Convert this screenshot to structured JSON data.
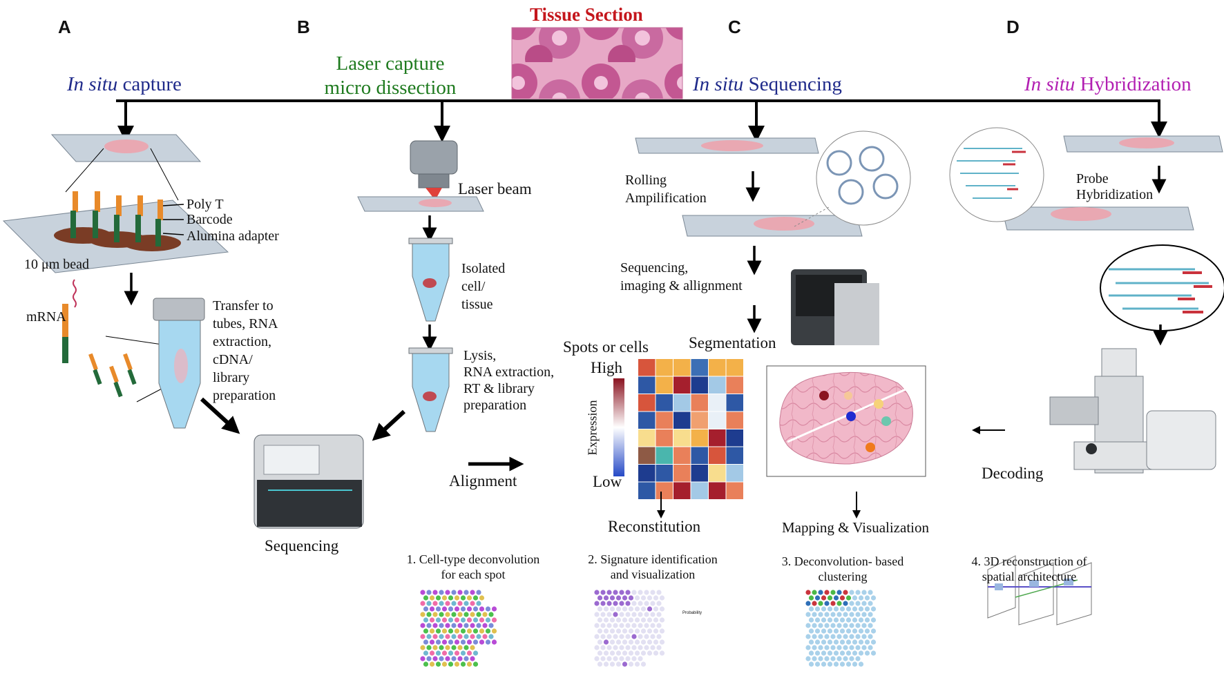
{
  "panels": {
    "a": "A",
    "b": "B",
    "c": "C",
    "d": "D"
  },
  "top": {
    "tissue_title": "Tissue Section",
    "insitu_capture_italic": "In situ",
    "insitu_capture_rest": " capture",
    "lcm_line1": "Laser capture",
    "lcm_line2": "micro dissection",
    "insitu_seq_italic": "In situ",
    "insitu_seq_rest": " Sequencing",
    "insitu_hyb_italic": "In situ",
    "insitu_hyb_rest": " Hybridization"
  },
  "panel_a": {
    "poly_t": "Poly T",
    "barcode": "Barcode",
    "alumina": "Alumina adapter",
    "bead": "10 μm bead",
    "mrna": "mRNA",
    "transfer": [
      "Transfer to",
      "tubes, RNA",
      "extraction,",
      "cDNA/",
      "library",
      "preparation"
    ]
  },
  "panel_b": {
    "laser_beam": "Laser beam",
    "isolated": [
      "Isolated",
      "cell/",
      "tissue"
    ],
    "lysis": [
      "Lysis,",
      "RNA extraction,",
      "RT & library",
      "preparation"
    ]
  },
  "panel_c": {
    "rolling": [
      "Rolling",
      "Ampilification"
    ],
    "seq_imaging": [
      "Sequencing,",
      "imaging & allignment"
    ],
    "segmentation": "Segmentation"
  },
  "panel_d": {
    "probe": [
      "Probe",
      "Hybridization"
    ],
    "decoding": "Decoding"
  },
  "center": {
    "sequencing": "Sequencing",
    "alignment": "Alignment",
    "spots": "Spots or cells",
    "high": "High",
    "low": "Low",
    "expression": "Expression",
    "reconstitution": "Reconstitution",
    "mapping": "Mapping & Visualization"
  },
  "downstream": {
    "item1": [
      "1. Cell-type deconvolution",
      "for each spot"
    ],
    "item2": [
      "2. Signature identification",
      "and visualization"
    ],
    "item3": [
      "3. Deconvolution- based",
      "clustering"
    ],
    "item4": [
      "4. 3D reconstruction of",
      "spatial architecture"
    ],
    "probability_label": "Probability"
  },
  "colors": {
    "blue_title": "#1f2a8a",
    "green_title": "#1e7a1e",
    "purple_title": "#b21fb2",
    "tissue_red": "#c4161c"
  },
  "heatmap": {
    "cells": [
      [
        "#d7553c",
        "#f3b149",
        "#f3b149",
        "#3c6fb5",
        "#f3b149",
        "#f3b149"
      ],
      [
        "#2e58a5",
        "#f3b149",
        "#a51f2d",
        "#1e3c8f",
        "#a3c9e6",
        "#e9805a"
      ],
      [
        "#d7553c",
        "#2e58a5",
        "#a3c9e6",
        "#e9805a",
        "#e9f0f7",
        "#2e58a5"
      ],
      [
        "#2e58a5",
        "#e9805a",
        "#1e3c8f",
        "#f0a070",
        "#e9f0f7",
        "#e9805a"
      ],
      [
        "#f8dd8e",
        "#e9805a",
        "#f8dd8e",
        "#f3b149",
        "#a51f2d",
        "#1e3c8f"
      ],
      [
        "#8e5a45",
        "#4ab6ad",
        "#e9805a",
        "#2e58a5",
        "#d7553c",
        "#2e58a5"
      ],
      [
        "#1e3c8f",
        "#2e58a5",
        "#e9805a",
        "#1e3c8f",
        "#f8dd8e",
        "#a3c9e6"
      ],
      [
        "#2e58a5",
        "#e9805a",
        "#a51f2d",
        "#a3c9e6",
        "#a51f2d",
        "#e9805a"
      ]
    ]
  }
}
